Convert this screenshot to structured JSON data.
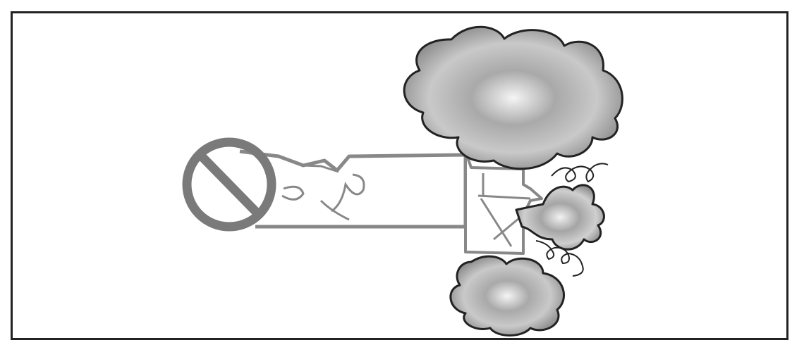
{
  "figure": {
    "kind": "warning-illustration",
    "icon": "prohibition-icon",
    "elements": [
      "prohibition-icon",
      "pipe",
      "outlet-vent",
      "smoke-cloud-large",
      "smoke-cloud-small",
      "smoke-cloud-bottom",
      "smoke-swirl-top",
      "smoke-swirl-bottom"
    ]
  },
  "colors": {
    "outline": "#222222",
    "prohibition": "#7a7a7a",
    "pipe_stroke": "#888888",
    "smoke_center": "#f4f4f4",
    "smoke_edge": "#8c8c8c"
  }
}
